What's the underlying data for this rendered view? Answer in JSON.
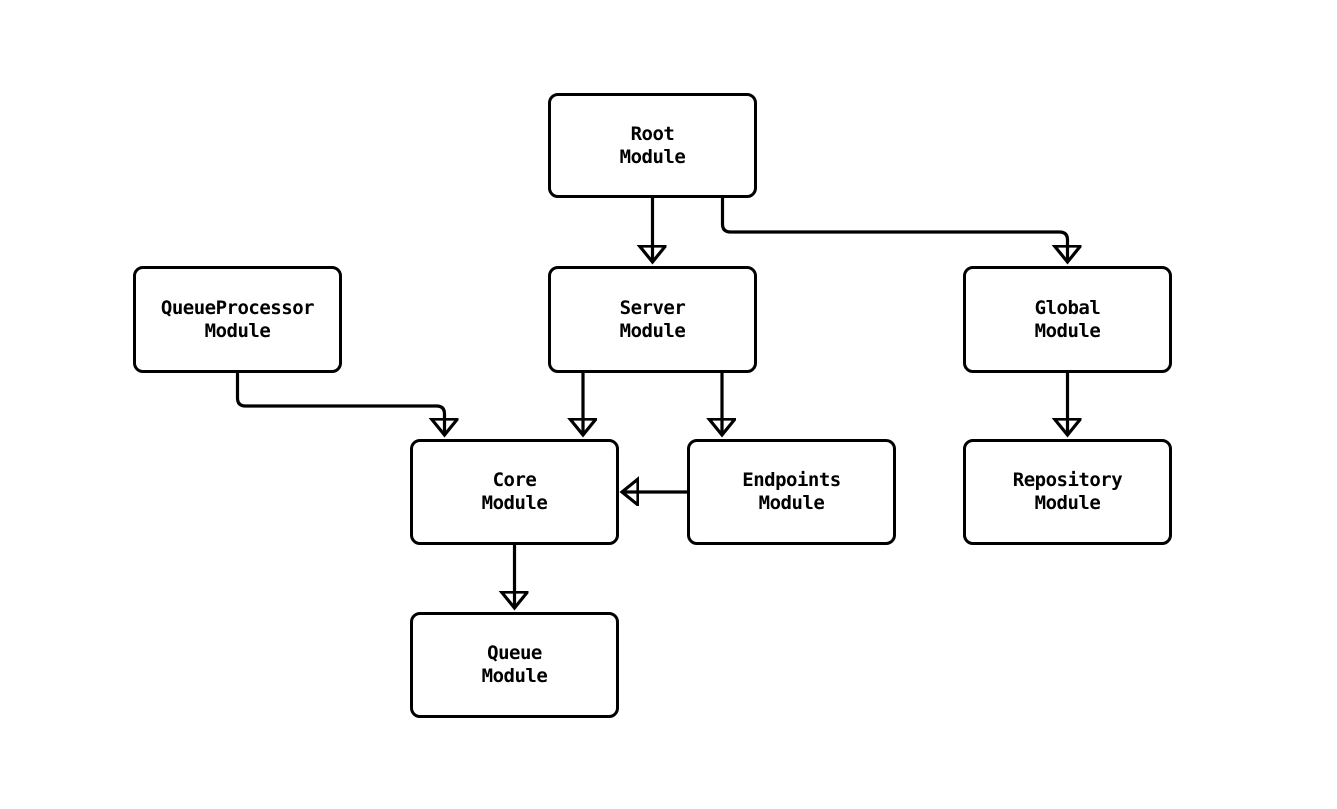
{
  "diagram": {
    "type": "flowchart",
    "background_color": "#ffffff",
    "node_fill_color": "#ffffff",
    "line_color": "#000000",
    "text_color": "#000000",
    "nodes": [
      {
        "id": "root",
        "label": "Root\nModule"
      },
      {
        "id": "queueprocessor",
        "label": "QueueProcessor\nModule"
      },
      {
        "id": "server",
        "label": "Server\nModule"
      },
      {
        "id": "global",
        "label": "Global\nModule"
      },
      {
        "id": "core",
        "label": "Core\nModule"
      },
      {
        "id": "endpoints",
        "label": "Endpoints\nModule"
      },
      {
        "id": "repository",
        "label": "Repository\nModule"
      },
      {
        "id": "queue",
        "label": "Queue\nModule"
      }
    ],
    "edges": [
      {
        "from": "root",
        "to": "server"
      },
      {
        "from": "root",
        "to": "global"
      },
      {
        "from": "queueprocessor",
        "to": "core"
      },
      {
        "from": "server",
        "to": "core"
      },
      {
        "from": "server",
        "to": "endpoints"
      },
      {
        "from": "endpoints",
        "to": "core"
      },
      {
        "from": "global",
        "to": "repository"
      },
      {
        "from": "core",
        "to": "queue"
      }
    ]
  }
}
